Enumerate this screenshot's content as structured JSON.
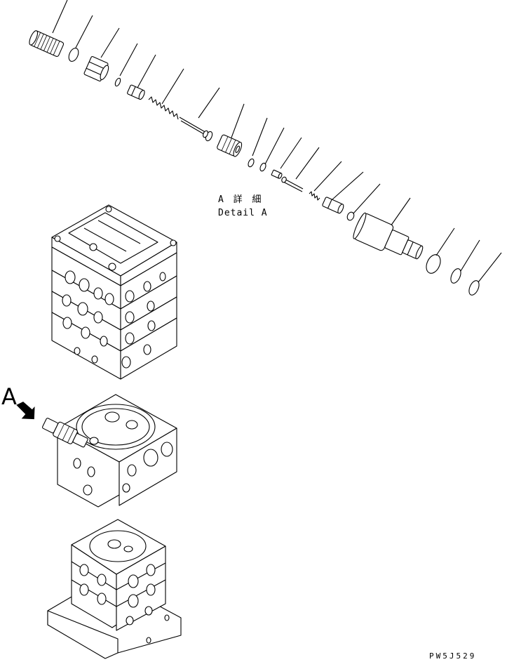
{
  "detail": {
    "title_jp": "A 詳 細",
    "title_en": "Detail A"
  },
  "view_marker": {
    "label": "A",
    "icon": "view-direction-arrow"
  },
  "drawing_id": "PW5J529",
  "colors": {
    "ink": "#000000",
    "paper": "#ffffff"
  }
}
